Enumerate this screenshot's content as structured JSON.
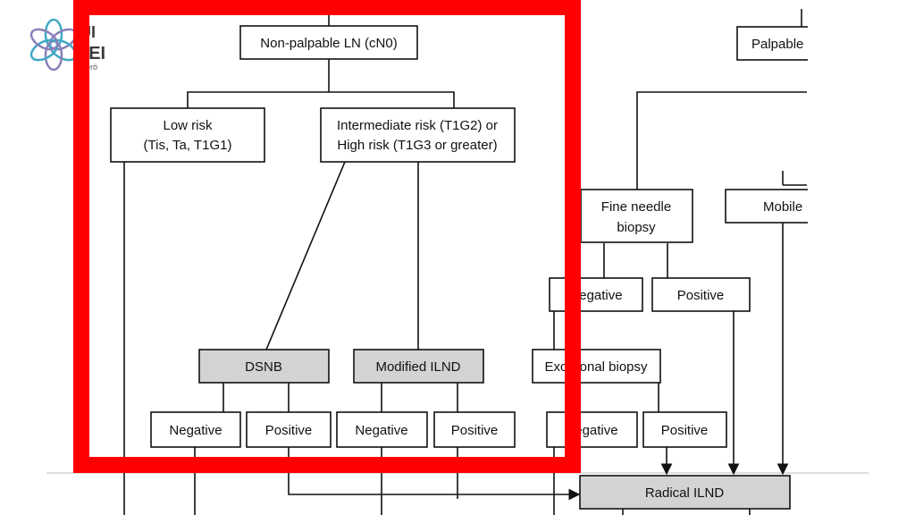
{
  "logo": {
    "line1": "UI",
    "line2": "ZEI",
    "line3": "erö"
  },
  "colors": {
    "highlight": "#ff0000",
    "grey_box": "#d3d3d3",
    "logo_teal": "#3fa8c4",
    "logo_purple": "#8a7fb8"
  },
  "nodes": {
    "non_palpable": "Non-palpable LN (cN0)",
    "palpable": "Palpable L",
    "low_risk_1": "Low risk",
    "low_risk_2": "(Tis, Ta, T1G1)",
    "intermediate_1": "Intermediate risk (T1G2) or",
    "intermediate_2": "High risk (T1G3 or greater)",
    "fine_needle_1": "Fine needle",
    "fine_needle_2": "biopsy",
    "mobile": "Mobile",
    "fnb_negative": "Negative",
    "fnb_positive": "Positive",
    "dsnb": "DSNB",
    "modified_ilnd": "Modified ILND",
    "excisional": "Excisional biopsy",
    "dsnb_negative": "Negative",
    "dsnb_positive": "Positive",
    "milnd_negative": "Negative",
    "milnd_positive": "Positive",
    "exc_negative": "Negative",
    "exc_positive": "Positive",
    "radical_ilnd": "Radical ILND"
  }
}
